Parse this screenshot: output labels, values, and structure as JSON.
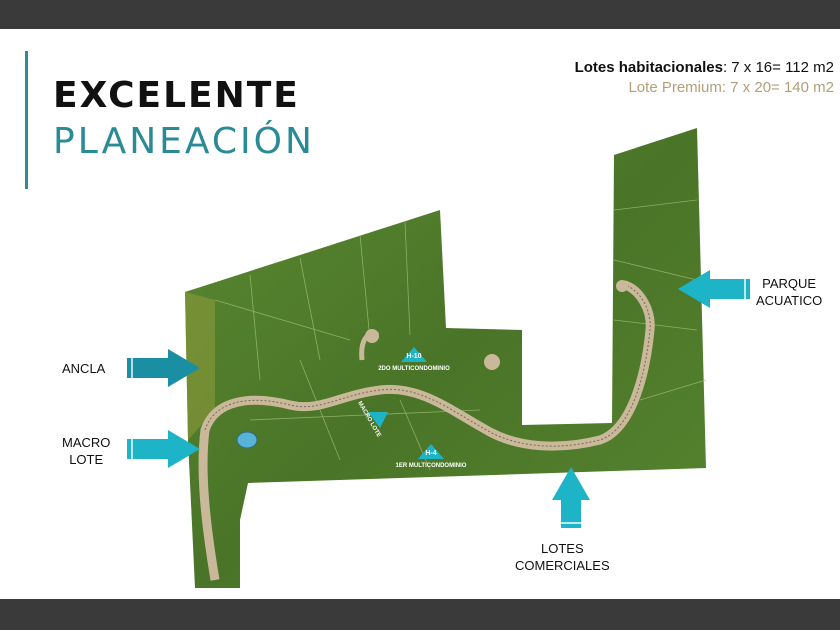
{
  "header": {
    "title_line1": "EXCELENTE",
    "title_line2": "PLANEACIÓN"
  },
  "lot_info": {
    "habitacional_label": "Lotes habitacionales",
    "habitacional_value": ": 7 x 16= 112 m2",
    "premium_label": "Lote Premium",
    "premium_value": ": 7 x 20= 140 m2"
  },
  "map": {
    "zones": [
      {
        "code": "H-10",
        "name": "2DO MULTICONDOMINIO"
      },
      {
        "code": "H-4",
        "name": "1ER MULTICONDOMINIO"
      },
      {
        "code": "",
        "name": "MACRO LOTE"
      }
    ],
    "callouts": {
      "ancla": "ANCLA",
      "macro_lote_1": "MACRO",
      "macro_lote_2": "LOTE",
      "parque_1": "PARQUE",
      "parque_2": "ACUATICO",
      "lotes_1": "LOTES",
      "lotes_2": "COMERCIALES"
    }
  },
  "colors": {
    "accent": "#2a8a96",
    "arrow": "#1db4c8",
    "terrain": "#4f7a2a",
    "premium_text": "#b29f78"
  }
}
